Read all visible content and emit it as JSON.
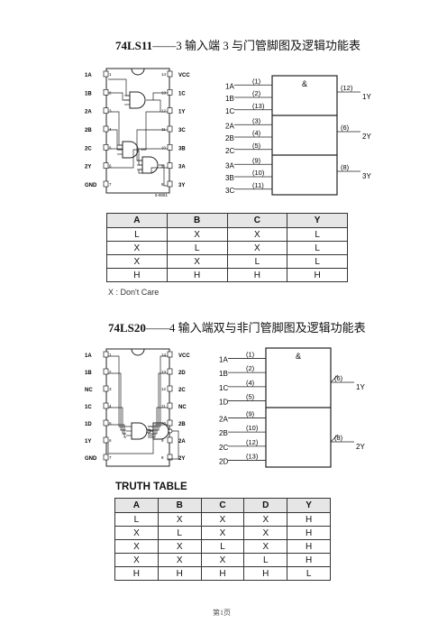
{
  "section1": {
    "part": "74LS11",
    "dash": "——",
    "desc": "3 输入端 3 与门管脚图及逻辑功能表",
    "pinout": {
      "left_pins": [
        {
          "label": "1A",
          "num": "1"
        },
        {
          "label": "1B",
          "num": "2"
        },
        {
          "label": "2A",
          "num": "3"
        },
        {
          "label": "2B",
          "num": "4"
        },
        {
          "label": "2C",
          "num": "5"
        },
        {
          "label": "2Y",
          "num": "6"
        },
        {
          "label": "GND",
          "num": "7"
        }
      ],
      "right_pins": [
        {
          "label": "VCC",
          "num": "14"
        },
        {
          "label": "1C",
          "num": "13"
        },
        {
          "label": "1Y",
          "num": "12"
        },
        {
          "label": "3C",
          "num": "11"
        },
        {
          "label": "3B",
          "num": "10"
        },
        {
          "label": "3A",
          "num": "9"
        },
        {
          "label": "3Y",
          "num": "8"
        }
      ],
      "code": "5-9061"
    },
    "symbol": {
      "and_sign": "&",
      "inputs": [
        {
          "label": "1A",
          "num": "(1)"
        },
        {
          "label": "1B",
          "num": "(2)"
        },
        {
          "label": "1C",
          "num": "(13)"
        },
        {
          "label": "2A",
          "num": "(3)"
        },
        {
          "label": "2B",
          "num": "(4)"
        },
        {
          "label": "2C",
          "num": "(5)"
        },
        {
          "label": "3A",
          "num": "(9)"
        },
        {
          "label": "3B",
          "num": "(10)"
        },
        {
          "label": "3C",
          "num": "(11)"
        }
      ],
      "outputs": [
        {
          "label": "1Y",
          "num": "(12)"
        },
        {
          "label": "2Y",
          "num": "(6)"
        },
        {
          "label": "3Y",
          "num": "(8)"
        }
      ]
    },
    "table": {
      "headers": [
        "A",
        "B",
        "C",
        "Y"
      ],
      "rows": [
        [
          "L",
          "X",
          "X",
          "L"
        ],
        [
          "X",
          "L",
          "X",
          "L"
        ],
        [
          "X",
          "X",
          "L",
          "L"
        ],
        [
          "H",
          "H",
          "H",
          "H"
        ]
      ]
    },
    "note": "X : Don't Care"
  },
  "section2": {
    "part": "74LS20",
    "dash": "——",
    "desc": "4 输入端双与非门管脚图及逻辑功能表",
    "pinout": {
      "left_pins": [
        {
          "label": "1A",
          "num": "1"
        },
        {
          "label": "1B",
          "num": "2"
        },
        {
          "label": "NC",
          "num": "3"
        },
        {
          "label": "1C",
          "num": "4"
        },
        {
          "label": "1D",
          "num": "5"
        },
        {
          "label": "1Y",
          "num": "6"
        },
        {
          "label": "GND",
          "num": "7"
        }
      ],
      "right_pins": [
        {
          "label": "VCC",
          "num": "14"
        },
        {
          "label": "2D",
          "num": "13"
        },
        {
          "label": "2C",
          "num": "12"
        },
        {
          "label": "NC",
          "num": "11"
        },
        {
          "label": "2B",
          "num": "10"
        },
        {
          "label": "2A",
          "num": "9"
        },
        {
          "label": "2Y",
          "num": "8"
        }
      ]
    },
    "symbol": {
      "and_sign": "&",
      "inputs": [
        {
          "label": "1A",
          "num": "(1)"
        },
        {
          "label": "1B",
          "num": "(2)"
        },
        {
          "label": "1C",
          "num": "(4)"
        },
        {
          "label": "1D",
          "num": "(5)"
        },
        {
          "label": "2A",
          "num": "(9)"
        },
        {
          "label": "2B",
          "num": "(10)"
        },
        {
          "label": "2C",
          "num": "(12)"
        },
        {
          "label": "2D",
          "num": "(13)"
        }
      ],
      "outputs": [
        {
          "label": "1Y",
          "num": "(6)"
        },
        {
          "label": "2Y",
          "num": "(8)"
        }
      ]
    },
    "truth_title": "TRUTH TABLE",
    "table": {
      "headers": [
        "A",
        "B",
        "C",
        "D",
        "Y"
      ],
      "rows": [
        [
          "L",
          "X",
          "X",
          "X",
          "H"
        ],
        [
          "X",
          "L",
          "X",
          "X",
          "H"
        ],
        [
          "X",
          "X",
          "L",
          "X",
          "H"
        ],
        [
          "X",
          "X",
          "X",
          "L",
          "H"
        ],
        [
          "H",
          "H",
          "H",
          "H",
          "L"
        ]
      ]
    }
  },
  "footer": "第1页"
}
